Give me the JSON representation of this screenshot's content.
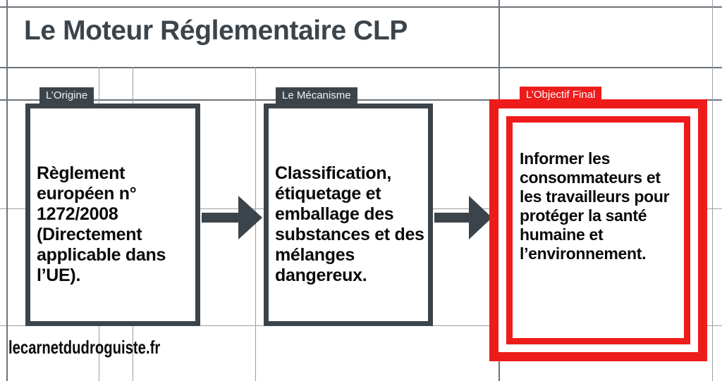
{
  "page": {
    "title": "Le Moteur Réglementaire CLP",
    "watermark": "lecarnetdudroguiste.fr",
    "background": "#ffffff",
    "grid_line_color": "#6d7378",
    "dark_color": "#3c444b",
    "accent_red": "#ee1b1b",
    "text_color": "#0a0a0a"
  },
  "steps": [
    {
      "tab_label": "L’Origine",
      "body": "Règlement européen n° 1272/2008 (Directement applicable dans l’UE).",
      "style": "dark"
    },
    {
      "tab_label": "Le Mécanisme",
      "body": "Classification, étiquetage et emballage des substances et des mélanges dangereux.",
      "style": "dark"
    },
    {
      "tab_label": "L’Objectif Final",
      "body": "Informer les consommateurs et les travailleurs pour protéger la santé humaine et l’environnement.",
      "style": "red"
    }
  ],
  "connectors": [
    {
      "name": "arrow-1",
      "direction": "right",
      "color": "#3c444b"
    },
    {
      "name": "arrow-2",
      "direction": "right",
      "color": "#3c444b"
    }
  ]
}
